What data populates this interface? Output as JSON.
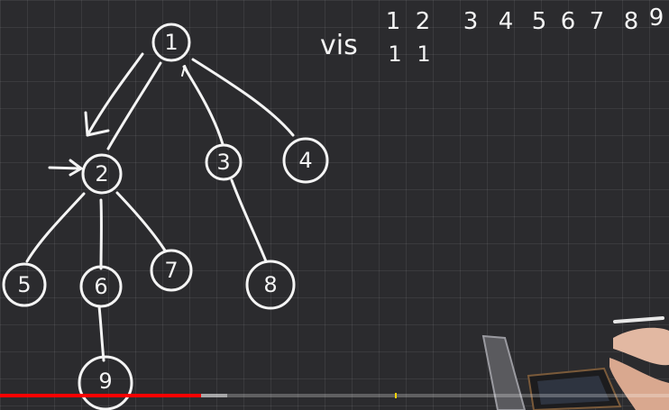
{
  "graph": {
    "nodes": [
      {
        "id": "1",
        "label": "1"
      },
      {
        "id": "2",
        "label": "2"
      },
      {
        "id": "3",
        "label": "3"
      },
      {
        "id": "4",
        "label": "4"
      },
      {
        "id": "5",
        "label": "5"
      },
      {
        "id": "6",
        "label": "6"
      },
      {
        "id": "7",
        "label": "7"
      },
      {
        "id": "8",
        "label": "8"
      },
      {
        "id": "9",
        "label": "9"
      }
    ],
    "edges": [
      [
        "1",
        "2"
      ],
      [
        "1",
        "3"
      ],
      [
        "1",
        "4"
      ],
      [
        "2",
        "5"
      ],
      [
        "2",
        "6"
      ],
      [
        "2",
        "7"
      ],
      [
        "3",
        "8"
      ],
      [
        "6",
        "9"
      ]
    ]
  },
  "visited": {
    "label": "vis",
    "indices": [
      "1",
      "2",
      "3",
      "4",
      "5",
      "6",
      "7",
      "8",
      "9"
    ],
    "values": [
      "1",
      "1",
      "",
      "",
      "",
      "",
      "",
      "",
      ""
    ]
  },
  "video": {
    "played_fraction": 0.3,
    "buffered_fraction": 0.34,
    "marker_fraction": 0.59,
    "progress_color": "#ff0000"
  }
}
